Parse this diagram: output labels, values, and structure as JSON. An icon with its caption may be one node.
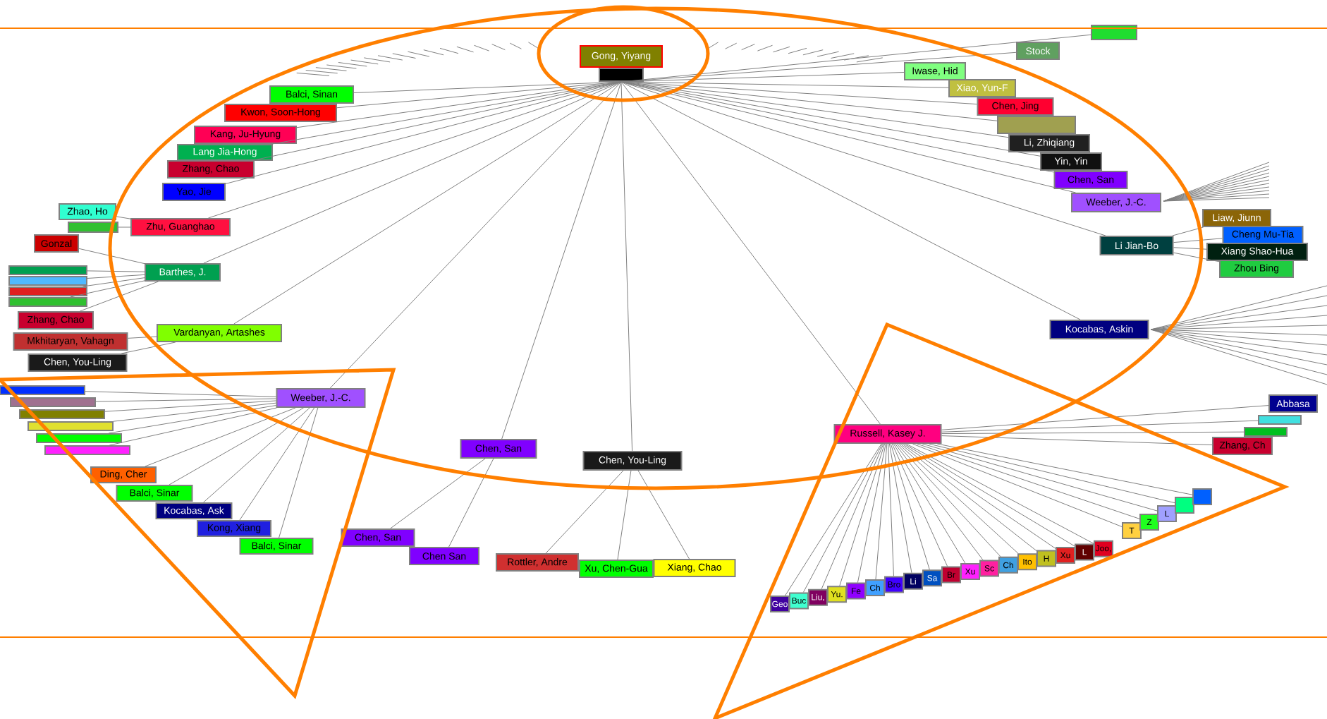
{
  "diagram": {
    "nodes": [
      {
        "text": [
          "Gong, Yiyang"
        ]
      },
      {
        "text": [],
        "shape": "box"
      },
      {
        "text": [
          "Balci, Sinan"
        ]
      },
      {
        "text": [
          "Kwon, Soon-Hong"
        ]
      },
      {
        "text": [
          "Kang, Ju-Hyung"
        ]
      },
      {
        "text": [
          "Lang Jia-Hong"
        ]
      },
      {
        "text": [
          "Zhang, Chao"
        ]
      },
      {
        "text": [
          "Yao, Jie"
        ]
      },
      {
        "text": [
          "Zhu, Guanghao"
        ]
      },
      {
        "text": [
          "Barthes, J."
        ]
      },
      {
        "text": [
          "Vardanyan, Artashes"
        ]
      },
      {
        "text": [
          "Weeber, J.-C."
        ]
      },
      {
        "text": [
          "Chen, San"
        ]
      },
      {
        "text": [
          "Chen, You-Ling"
        ]
      },
      {
        "text": [
          "Russell, Kasey J."
        ]
      },
      {
        "text": [
          "Kocabas, Askin"
        ]
      },
      {
        "text": [
          "Li Jian-Bo"
        ]
      },
      {
        "text": [
          "Weeber, J.-C."
        ]
      },
      {
        "text": [
          "Chen, San"
        ]
      },
      {
        "text": [
          "Yin, Yin"
        ]
      },
      {
        "text": [
          "Li, Zhiqiang"
        ]
      },
      {
        "text": [],
        "shape": "box"
      },
      {
        "text": [
          "Chen, Jing"
        ]
      },
      {
        "text": [
          "Xiao, Yun-F"
        ]
      },
      {
        "text": [
          "Iwase, Hid"
        ]
      },
      {
        "text": [
          "Stock"
        ]
      },
      {
        "text": [],
        "shape": "box"
      },
      {
        "text": [
          "Liaw, Jiunn"
        ]
      },
      {
        "text": [
          "Cheng Mu-Tia"
        ]
      },
      {
        "text": [
          "Xiang Shao-Hua"
        ]
      },
      {
        "text": [
          "Zhou Bing"
        ]
      },
      {
        "text": [
          "Zhao, Ho"
        ]
      },
      {
        "text": [],
        "shape": "box"
      },
      {
        "text": [
          "Gonzal"
        ]
      },
      {
        "text": [],
        "shape": "box"
      },
      {
        "text": [],
        "shape": "box"
      },
      {
        "text": [],
        "shape": "box"
      },
      {
        "text": [],
        "shape": "box"
      },
      {
        "text": [
          "Zhang, Chao"
        ]
      },
      {
        "text": [
          "Mkhitaryan, Vahagn"
        ]
      },
      {
        "text": [
          "Chen, You-Ling"
        ]
      },
      {
        "text": [],
        "shape": "box"
      },
      {
        "text": [],
        "shape": "box"
      },
      {
        "text": [],
        "shape": "box"
      },
      {
        "text": [],
        "shape": "box"
      },
      {
        "text": [],
        "shape": "box"
      },
      {
        "text": [],
        "shape": "box"
      },
      {
        "text": [
          "Ding, Cher"
        ]
      },
      {
        "text": [
          "Balci, Sinar"
        ]
      },
      {
        "text": [
          "Kocabas, Ask"
        ]
      },
      {
        "text": [
          "Kong, Xiang"
        ]
      },
      {
        "text": [
          "Balci, Sinar"
        ]
      },
      {
        "text": [
          "Chen, San"
        ]
      },
      {
        "text": [
          "Chen San"
        ]
      },
      {
        "text": [
          "Rottler, Andre"
        ]
      },
      {
        "text": [
          "Xu, Chen-Gua"
        ]
      },
      {
        "text": [
          "Xiang, Chao"
        ]
      },
      {
        "text": [
          "Geo"
        ]
      },
      {
        "text": [
          "Buc"
        ]
      },
      {
        "text": [
          "Liu,"
        ]
      },
      {
        "text": [
          "Yu."
        ]
      },
      {
        "text": [
          "Fe"
        ]
      },
      {
        "text": [
          "Ch"
        ]
      },
      {
        "text": [
          "Bro"
        ]
      },
      {
        "text": [
          "Li"
        ]
      },
      {
        "text": [
          "Sa"
        ]
      },
      {
        "text": [
          "Br"
        ]
      },
      {
        "text": [
          "Xu"
        ]
      },
      {
        "text": [
          "Sc"
        ]
      },
      {
        "text": [
          "Ch"
        ]
      },
      {
        "text": [
          "Ito"
        ]
      },
      {
        "text": [
          "H"
        ]
      },
      {
        "text": [
          "Xu"
        ]
      },
      {
        "text": [
          "L"
        ]
      },
      {
        "text": [
          "Joo,"
        ]
      },
      {
        "text": [
          "T"
        ]
      },
      {
        "text": [
          "Z"
        ]
      },
      {
        "text": [
          "L"
        ]
      },
      {
        "text": [],
        "shape": "box"
      },
      {
        "text": [],
        "shape": "box"
      },
      {
        "text": [
          "Zhang, Ch"
        ]
      },
      {
        "text": [],
        "shape": "box"
      },
      {
        "text": [],
        "shape": "box"
      },
      {
        "text": [
          "Abbasa"
        ]
      }
    ],
    "edges": [
      {
        "from": 1,
        "to": 2,
        "arrow": "none"
      },
      {
        "from": 1,
        "to": 3,
        "arrow": "none"
      },
      {
        "from": 1,
        "to": 4,
        "arrow": "none"
      },
      {
        "from": 1,
        "to": 5,
        "arrow": "none"
      },
      {
        "from": 1,
        "to": 6,
        "arrow": "none"
      },
      {
        "from": 1,
        "to": 7,
        "arrow": "none"
      },
      {
        "from": 1,
        "to": 8,
        "arrow": "none"
      },
      {
        "from": 1,
        "to": 9,
        "arrow": "none"
      },
      {
        "from": 1,
        "to": 10,
        "arrow": "none"
      },
      {
        "from": 1,
        "to": 11,
        "arrow": "none"
      },
      {
        "from": 1,
        "to": 12,
        "arrow": "none"
      },
      {
        "from": 1,
        "to": 13,
        "arrow": "none"
      },
      {
        "from": 1,
        "to": 14,
        "arrow": "none"
      },
      {
        "from": 1,
        "to": 15,
        "arrow": "none"
      },
      {
        "from": 1,
        "to": 16,
        "arrow": "none"
      },
      {
        "from": 1,
        "to": 17,
        "arrow": "none"
      },
      {
        "from": 1,
        "to": 18,
        "arrow": "none"
      },
      {
        "from": 1,
        "to": 19,
        "arrow": "none"
      },
      {
        "from": 1,
        "to": 20,
        "arrow": "none"
      },
      {
        "from": 1,
        "to": 21,
        "arrow": "none"
      },
      {
        "from": 1,
        "to": 22,
        "arrow": "none"
      },
      {
        "from": 1,
        "to": 23,
        "arrow": "none"
      },
      {
        "from": 1,
        "to": 24,
        "arrow": "none"
      },
      {
        "from": 1,
        "to": 25,
        "arrow": "none"
      },
      {
        "from": 1,
        "to": 26,
        "arrow": "none"
      },
      {
        "from": 16,
        "to": 27,
        "arrow": "none"
      },
      {
        "from": 16,
        "to": 28,
        "arrow": "none"
      },
      {
        "from": 16,
        "to": 29,
        "arrow": "none"
      },
      {
        "from": 16,
        "to": 30,
        "arrow": "none"
      },
      {
        "from": 8,
        "to": 31,
        "arrow": "none"
      },
      {
        "from": 8,
        "to": 32,
        "arrow": "none"
      },
      {
        "from": 9,
        "to": 33,
        "arrow": "none"
      },
      {
        "from": 9,
        "to": 34,
        "arrow": "none"
      },
      {
        "from": 9,
        "to": 35,
        "arrow": "none"
      },
      {
        "from": 9,
        "to": 36,
        "arrow": "none"
      },
      {
        "from": 9,
        "to": 37,
        "arrow": "none"
      },
      {
        "from": 9,
        "to": 38,
        "arrow": "none"
      },
      {
        "from": 10,
        "to": 39,
        "arrow": "none"
      },
      {
        "from": 10,
        "to": 40,
        "arrow": "none"
      },
      {
        "from": 11,
        "to": 41,
        "arrow": "none"
      },
      {
        "from": 11,
        "to": 42,
        "arrow": "none"
      },
      {
        "from": 11,
        "to": 43,
        "arrow": "none"
      },
      {
        "from": 11,
        "to": 44,
        "arrow": "none"
      },
      {
        "from": 11,
        "to": 45,
        "arrow": "none"
      },
      {
        "from": 11,
        "to": 46,
        "arrow": "none"
      },
      {
        "from": 11,
        "to": 47,
        "arrow": "none"
      },
      {
        "from": 11,
        "to": 48,
        "arrow": "none"
      },
      {
        "from": 11,
        "to": 49,
        "arrow": "none"
      },
      {
        "from": 11,
        "to": 50,
        "arrow": "none"
      },
      {
        "from": 11,
        "to": 51,
        "arrow": "none"
      },
      {
        "from": 12,
        "to": 52,
        "arrow": "none"
      },
      {
        "from": 12,
        "to": 53,
        "arrow": "none"
      },
      {
        "from": 13,
        "to": 54,
        "arrow": "none"
      },
      {
        "from": 13,
        "to": 55,
        "arrow": "none"
      },
      {
        "from": 13,
        "to": 56,
        "arrow": "none"
      },
      {
        "from": 14,
        "to": 57,
        "arrow": "none"
      },
      {
        "from": 14,
        "to": 58,
        "arrow": "none"
      },
      {
        "from": 14,
        "to": 59,
        "arrow": "none"
      },
      {
        "from": 14,
        "to": 60,
        "arrow": "none"
      },
      {
        "from": 14,
        "to": 61,
        "arrow": "none"
      },
      {
        "from": 14,
        "to": 62,
        "arrow": "none"
      },
      {
        "from": 14,
        "to": 63,
        "arrow": "none"
      },
      {
        "from": 14,
        "to": 64,
        "arrow": "none"
      },
      {
        "from": 14,
        "to": 65,
        "arrow": "none"
      },
      {
        "from": 14,
        "to": 66,
        "arrow": "none"
      },
      {
        "from": 14,
        "to": 67,
        "arrow": "none"
      },
      {
        "from": 14,
        "to": 68,
        "arrow": "none"
      },
      {
        "from": 14,
        "to": 69,
        "arrow": "none"
      },
      {
        "from": 14,
        "to": 70,
        "arrow": "none"
      },
      {
        "from": 14,
        "to": 71,
        "arrow": "none"
      },
      {
        "from": 14,
        "to": 72,
        "arrow": "none"
      },
      {
        "from": 14,
        "to": 73,
        "arrow": "none"
      },
      {
        "from": 14,
        "to": 74,
        "arrow": "none"
      },
      {
        "from": 14,
        "to": 75,
        "arrow": "none"
      },
      {
        "from": 14,
        "to": 76,
        "arrow": "none"
      },
      {
        "from": 14,
        "to": 77,
        "arrow": "none"
      },
      {
        "from": 14,
        "to": 78,
        "arrow": "none"
      },
      {
        "from": 14,
        "to": 79,
        "arrow": "none"
      },
      {
        "from": 14,
        "to": 80,
        "arrow": "none"
      },
      {
        "from": 14,
        "to": 81,
        "arrow": "none"
      },
      {
        "from": 14,
        "to": 82,
        "arrow": "none"
      },
      {
        "from": 14,
        "to": 83,
        "arrow": "none"
      }
    ]
  }
}
